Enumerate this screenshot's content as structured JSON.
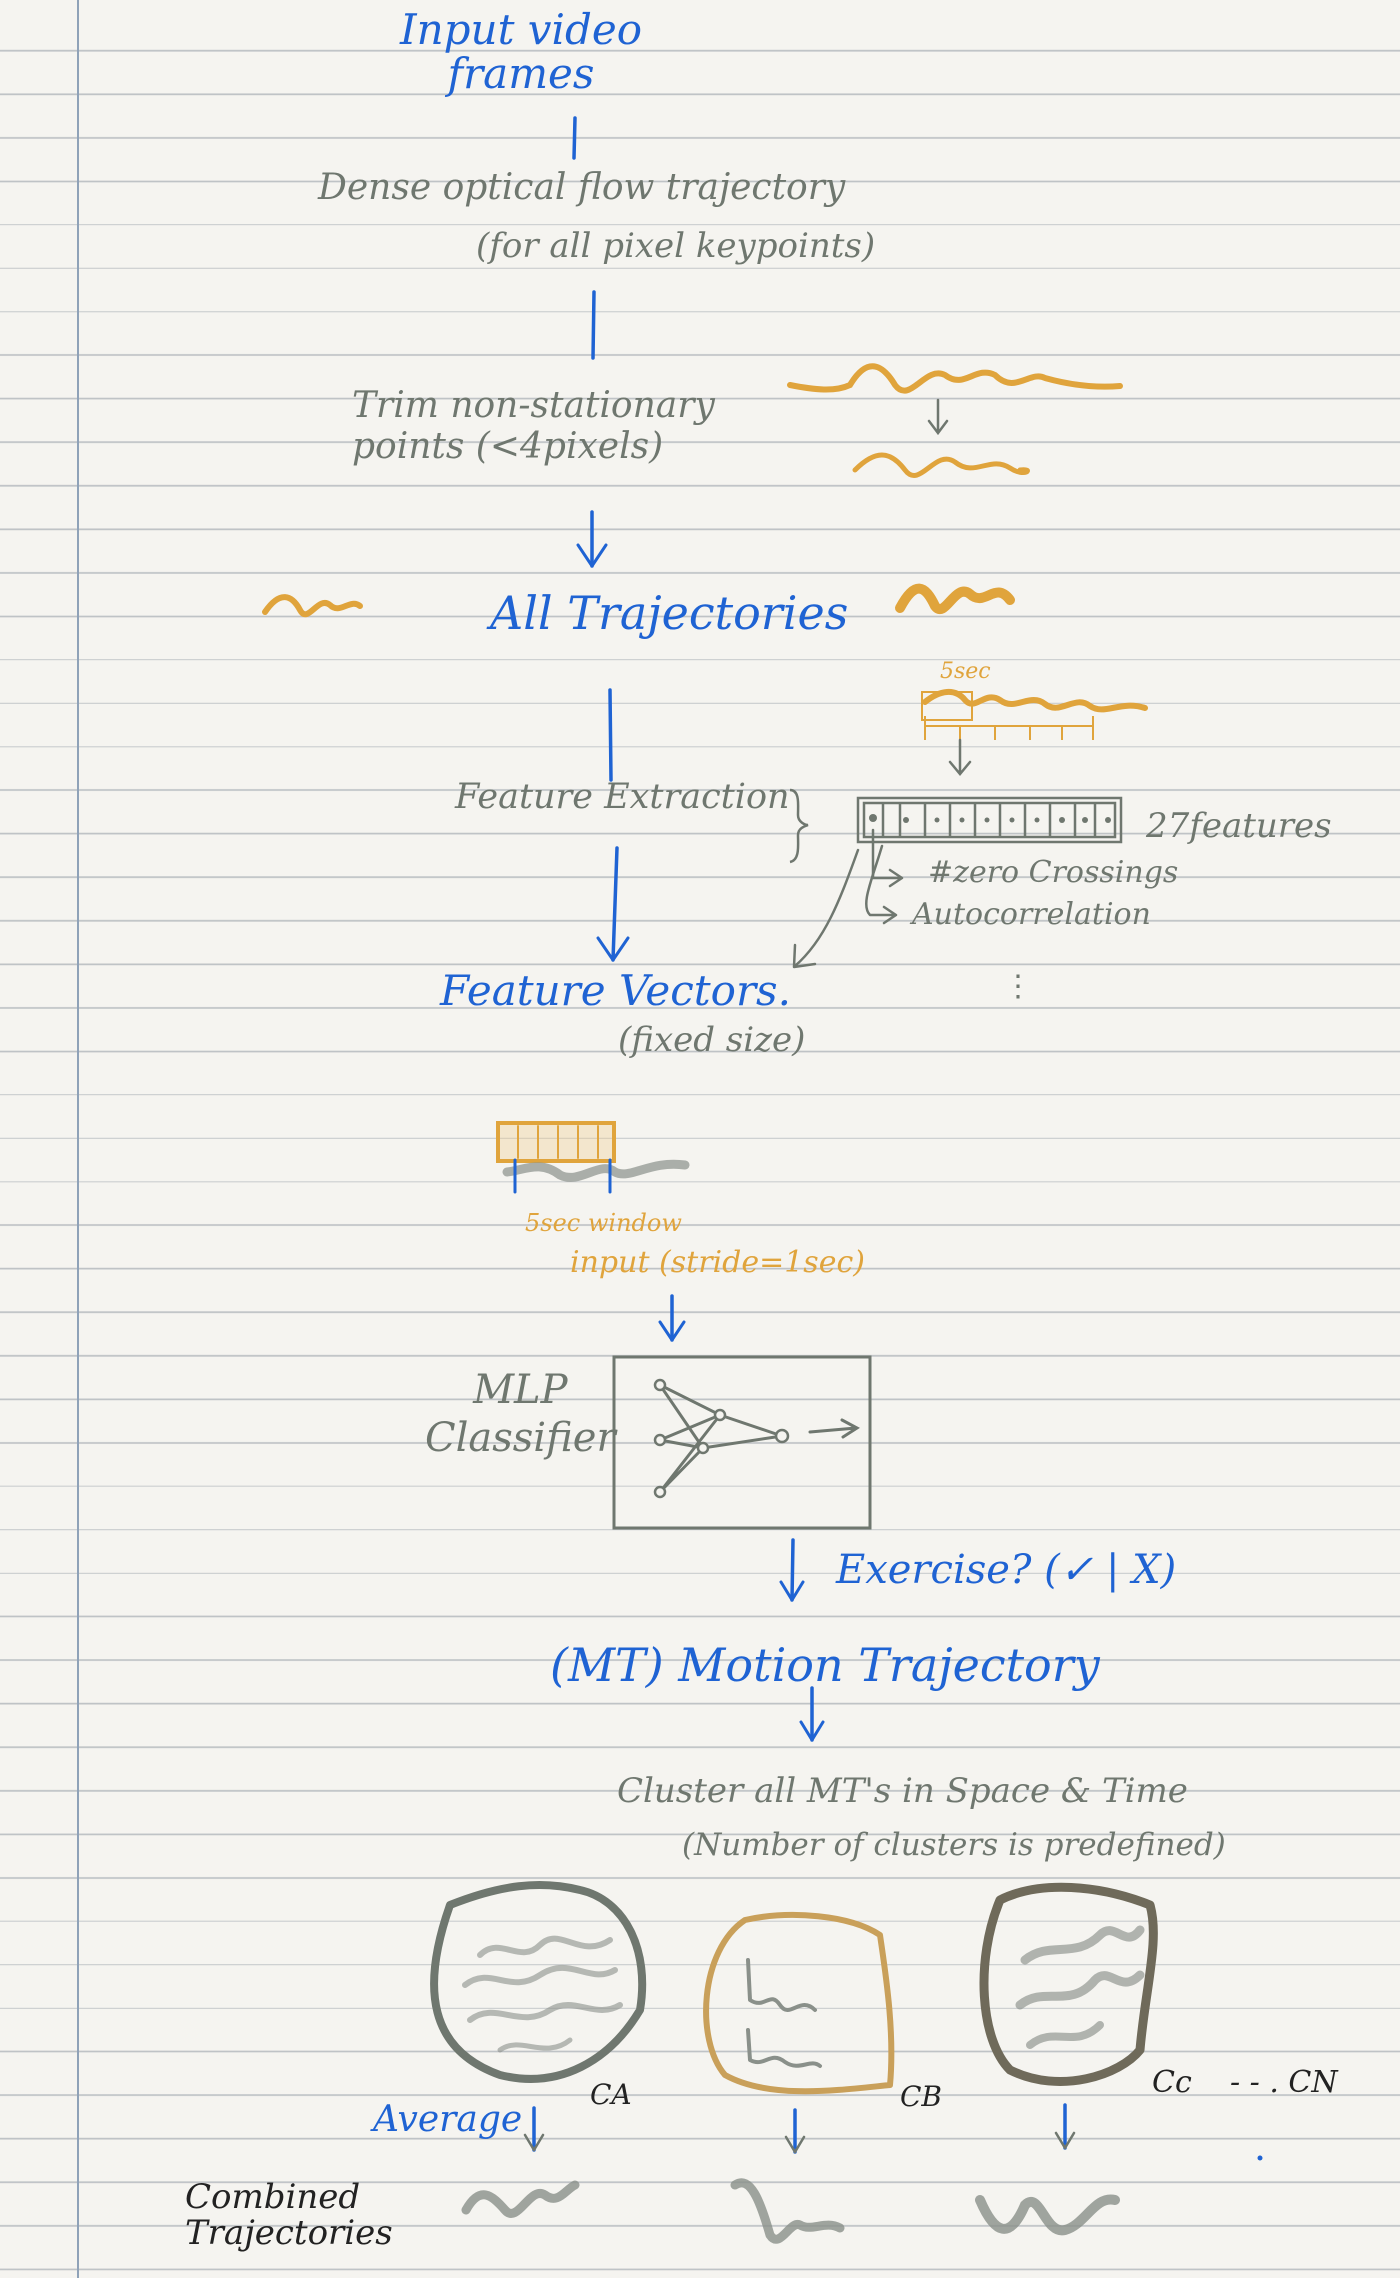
{
  "nodes": {
    "input_frames": "Input video\nframes",
    "dense_flow": "Dense optical flow trajectory",
    "dense_flow_note": "(for all pixel keypoints)",
    "trim": "Trim non-stationary\npoints (<4pixels)",
    "all_trajectories": "All Trajectories",
    "feature_extraction": "Feature Extraction",
    "window_5sec": "5sec",
    "features_count": "27features",
    "zero_crossings": "#zero Crossings",
    "autocorrelation": "Autocorrelation",
    "ellipsis": "⋮",
    "feature_vectors": "Feature Vectors.",
    "fixed_size": "(fixed size)",
    "window_note": "5sec window",
    "input_stride": "input (stride=1sec)",
    "mlp_classifier": "MLP\nClassifier",
    "exercise": "Exercise? (✓ | X)",
    "motion_trajectory": "(MT) Motion Trajectory",
    "cluster": "Cluster all MT's in Space & Time",
    "cluster_note": "(Number of clusters is predefined)",
    "cluster_a": "CA",
    "cluster_b": "CB",
    "cluster_c": "Cc",
    "cluster_n": "- - . CN",
    "average": "Average",
    "combined": "Combined\nTrajectories"
  },
  "colors": {
    "blue": "#1f63d3",
    "gray": "#6f776f",
    "orange": "#e0a43c",
    "paper": "#f5f4f0",
    "rule": "#bfc3c6",
    "margin": "#8fa2b8"
  }
}
